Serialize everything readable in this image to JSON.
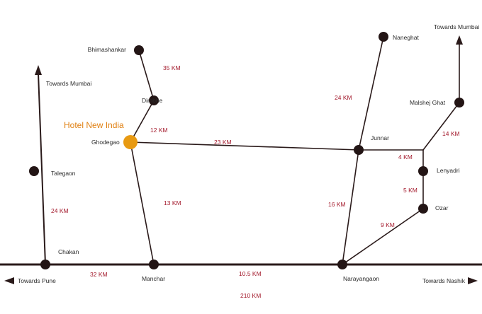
{
  "map": {
    "hotel_label": "Hotel New India",
    "colors": {
      "road": "#2a1a1a",
      "node": "#231515",
      "hotel_node": "#e89a12",
      "hotel_label": "#e07f10",
      "distance_text": "#a3192b",
      "place_text": "#2b2b2b"
    },
    "places": {
      "bhimashankar": "Bhimashankar",
      "dimbhe": "Dimbhe",
      "ghodegao": "Ghodegao",
      "talegaon": "Talegaon",
      "chakan": "Chakan",
      "manchar": "Manchar",
      "naneghat": "Naneghat",
      "junnar": "Junnar",
      "malshej_ghat": "Malshej Ghat",
      "lenyadri": "Lenyadri",
      "ozar": "Ozar",
      "narayangaon": "Narayangaon"
    },
    "directions": {
      "towards_mumbai_left": "Towards Mumbai",
      "towards_mumbai_right": "Towards Mumbai",
      "towards_pune": "Towards Pune",
      "towards_nashik": "Towards Nashik"
    },
    "distances": {
      "bhimashankar_dimbhe": "35 KM",
      "dimbhe_ghodegao": "12 KM",
      "ghodegao_junnar": "23 KM",
      "ghodegao_manchar": "13 KM",
      "talegaon_chakan": "24 KM",
      "chakan_manchar": "32 KM",
      "manchar_narayangaon": "10.5 KM",
      "pune_nashik_total": "210 KM",
      "naneghat_junnar": "24 KM",
      "junnar_narayangaon": "16 KM",
      "junnar_lenyadri": "4 KM",
      "malshej_junction": "14 KM",
      "lenyadri_ozar": "5 KM",
      "ozar_narayangaon": "9 KM"
    }
  }
}
